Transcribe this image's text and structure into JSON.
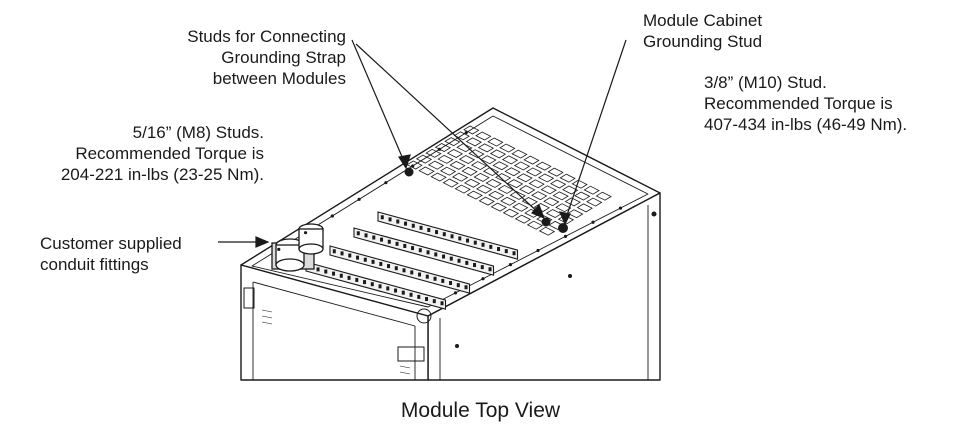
{
  "diagram": {
    "caption": "Module Top View",
    "labels": {
      "studs_strap": [
        "Studs for Connecting",
        "Grounding Strap",
        "between Modules"
      ],
      "cabinet_stud": [
        "Module Cabinet",
        "Grounding Stud"
      ],
      "m10_spec": [
        "3/8” (M10) Stud.",
        "Recommended Torque is",
        "407-434 in-lbs (46-49 Nm)."
      ],
      "m8_spec": [
        "5/16” (M8) Studs.",
        "Recommended Torque is",
        "204-221 in-lbs (23-25 Nm)."
      ],
      "conduit": [
        "Customer supplied",
        "conduit fittings"
      ]
    },
    "colors": {
      "line": "#1a1a1a",
      "background": "#ffffff"
    }
  }
}
